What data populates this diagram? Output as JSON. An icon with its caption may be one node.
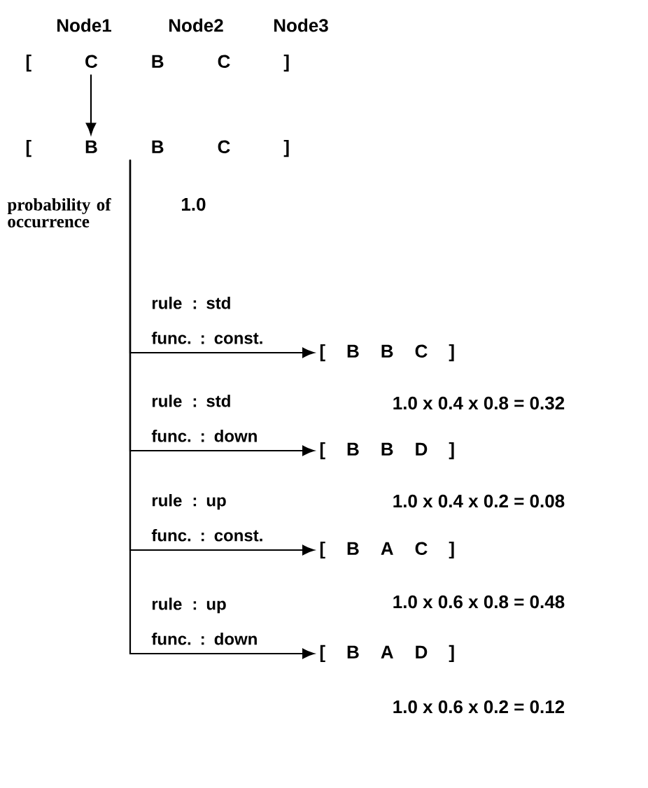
{
  "diagram": {
    "nodes": [
      {
        "text": [
          "[ C B C ]"
        ]
      },
      {
        "text": [
          "[ B B C ]"
        ],
        "beside": [
          "probability of occurrence",
          "1.0"
        ]
      },
      {
        "text": [
          "[ B B C ]"
        ],
        "beside": [
          "1.0 x 0.4 x 0.8 = 0.32"
        ]
      },
      {
        "text": [
          "[ B B D ]"
        ],
        "beside": [
          "1.0 x 0.4 x 0.2 = 0.08"
        ]
      },
      {
        "text": [
          "[ B A C ]"
        ],
        "beside": [
          "1.0 x 0.6 x 0.8 = 0.48"
        ]
      },
      {
        "text": [
          "[ B A D ]"
        ],
        "beside": [
          "1.0 x 0.6 x 0.2 = 0.12"
        ]
      }
    ],
    "edges": [
      {
        "from": 0,
        "to": 1,
        "arrow": "to"
      },
      {
        "from": 1,
        "to": 2,
        "arrow": "to",
        "label": "rule : std func. : const."
      },
      {
        "from": 1,
        "to": 3,
        "arrow": "to",
        "label": "rule : std func. : down"
      },
      {
        "from": 1,
        "to": 4,
        "arrow": "to",
        "label": "rule : up func. : const."
      },
      {
        "from": 1,
        "to": 5,
        "arrow": "to",
        "label": "rule : up func. : down"
      }
    ],
    "labels": [
      "Node1",
      "Node2",
      "Node3"
    ]
  }
}
